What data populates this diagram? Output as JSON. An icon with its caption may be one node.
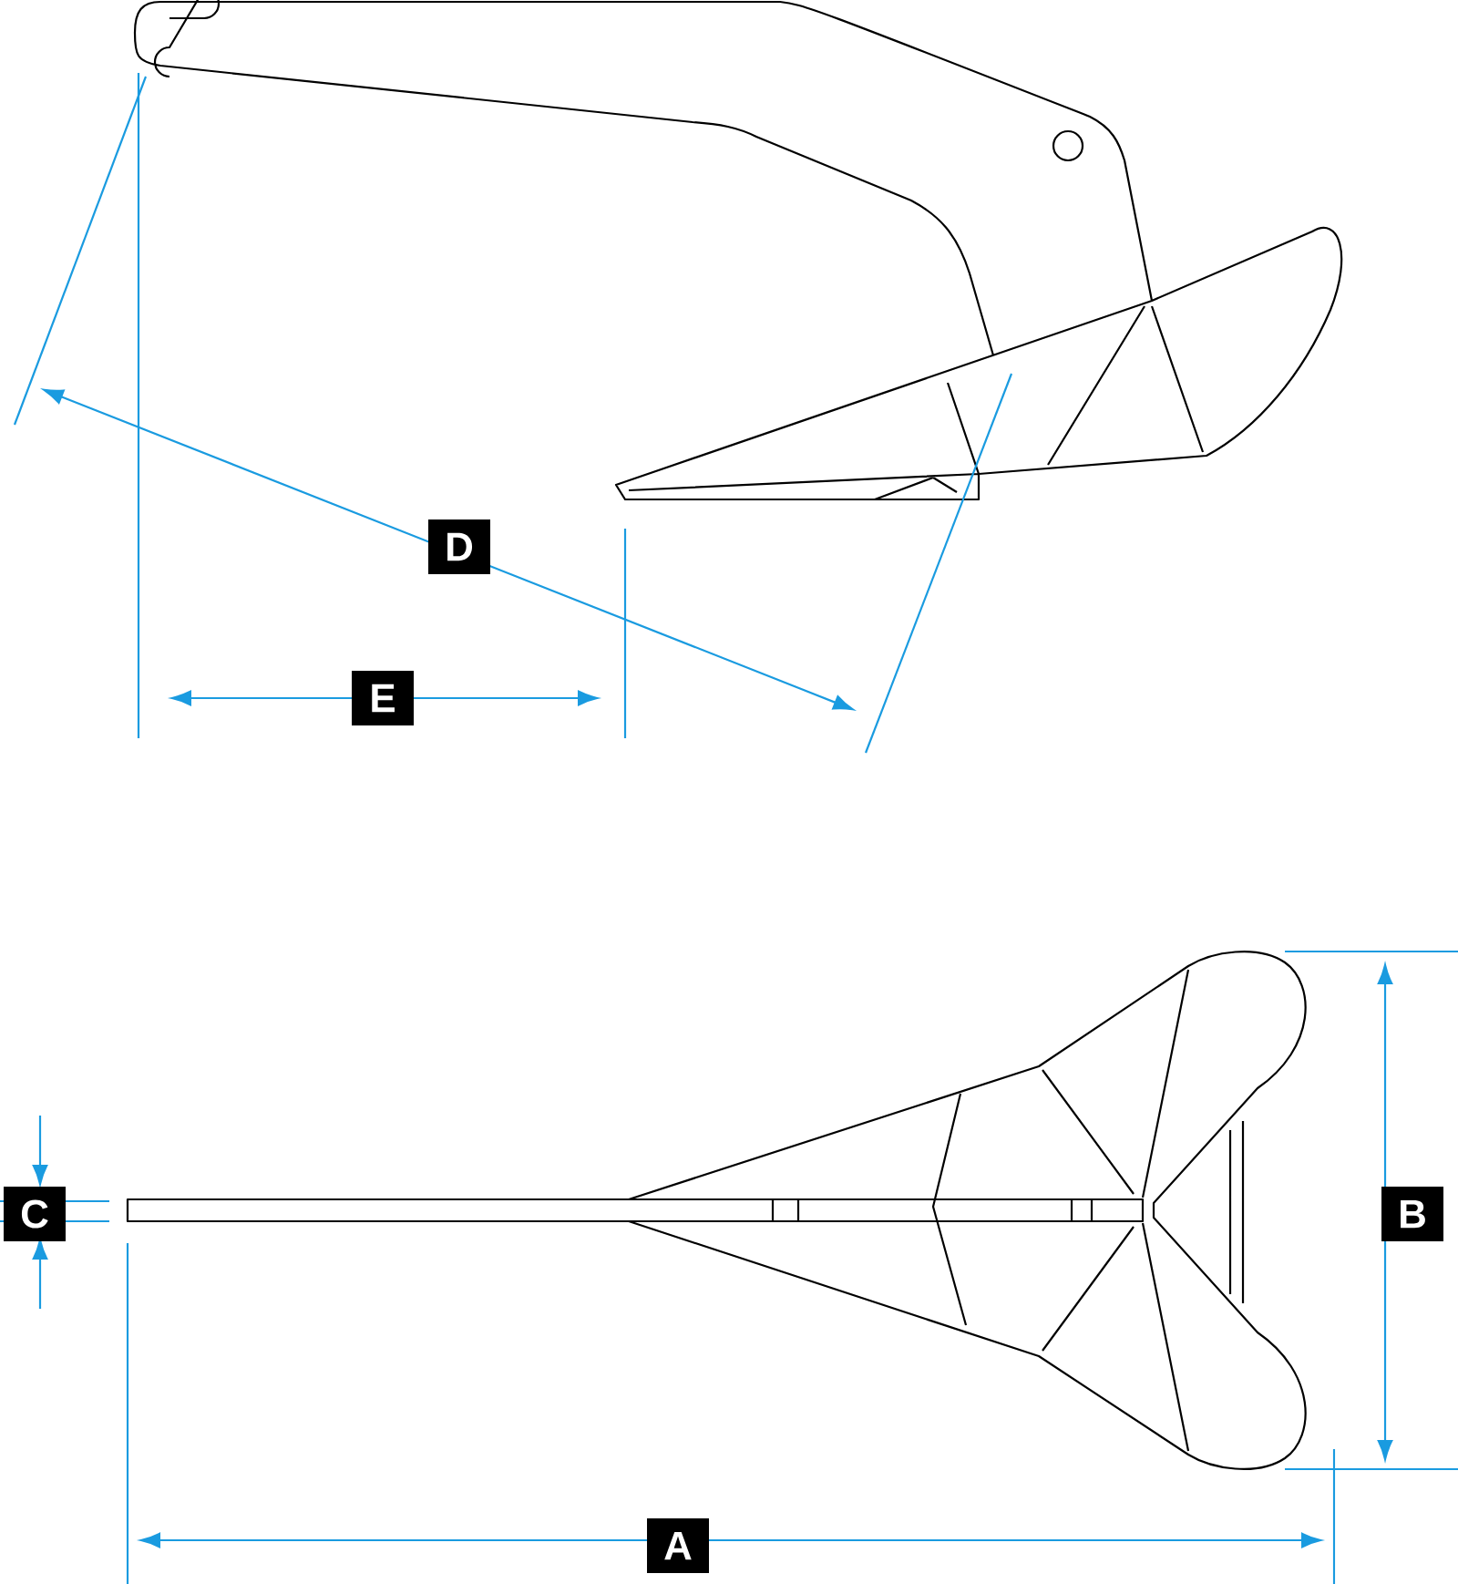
{
  "diagram": {
    "labels": [
      "D",
      "E",
      "C",
      "B",
      "A"
    ]
  }
}
